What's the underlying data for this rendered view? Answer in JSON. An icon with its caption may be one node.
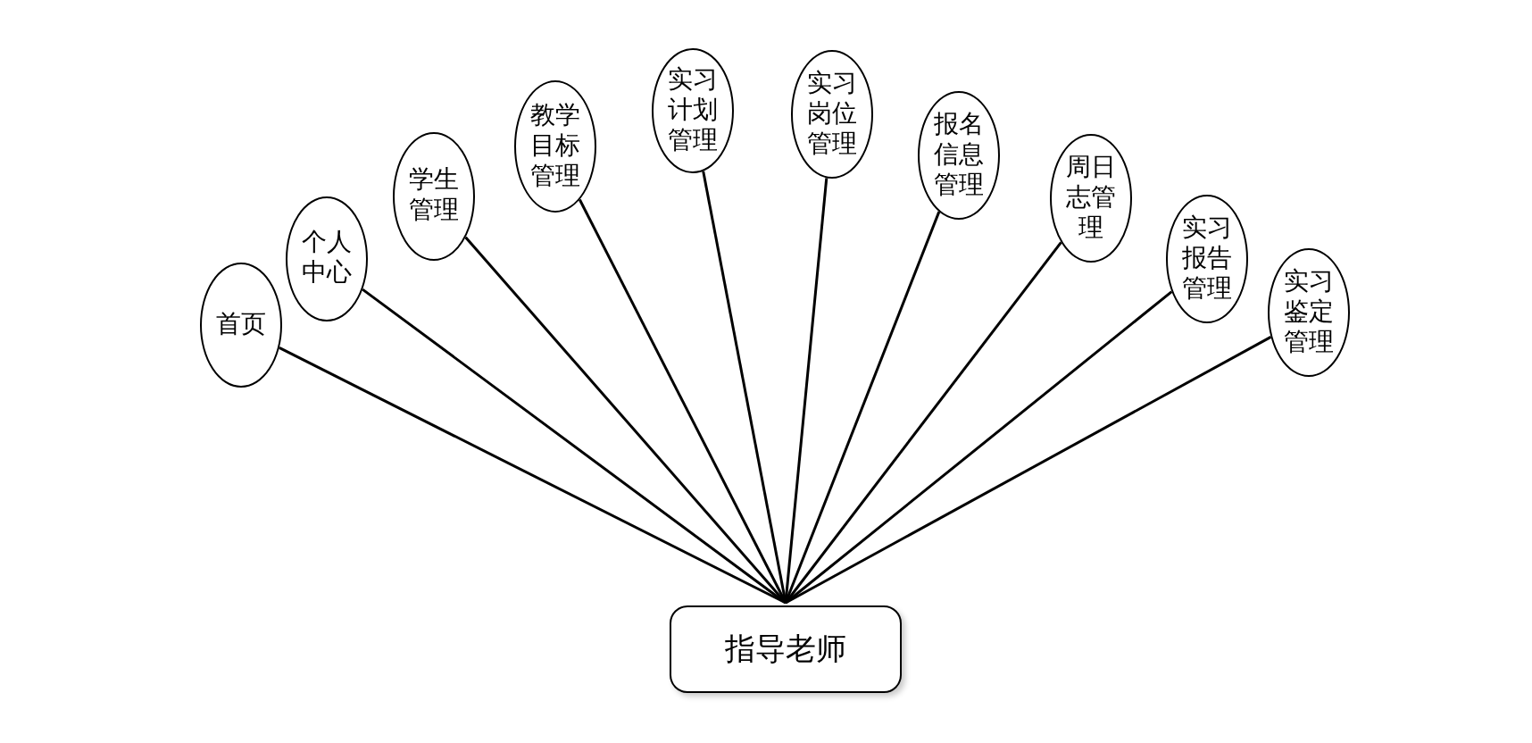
{
  "diagram": {
    "nodes": [
      {
        "text": [
          "首页"
        ]
      },
      {
        "text": [
          "个人中心"
        ]
      },
      {
        "text": [
          "学生管理"
        ]
      },
      {
        "text": [
          "教学目标管理"
        ]
      },
      {
        "text": [
          "实习计划管理"
        ]
      },
      {
        "text": [
          "实习岗位管理"
        ]
      },
      {
        "text": [
          "报名信息管理"
        ]
      },
      {
        "text": [
          "周日志管理"
        ]
      },
      {
        "text": [
          "实习报告管理"
        ]
      },
      {
        "text": [
          "实习鉴定管理"
        ]
      },
      {
        "text": [
          "指导老师"
        ]
      }
    ],
    "edges": [
      {
        "from": 10,
        "to": 0,
        "arrow": "none"
      },
      {
        "from": 10,
        "to": 1,
        "arrow": "none"
      },
      {
        "from": 10,
        "to": 2,
        "arrow": "none"
      },
      {
        "from": 10,
        "to": 3,
        "arrow": "none"
      },
      {
        "from": 10,
        "to": 4,
        "arrow": "none"
      },
      {
        "from": 10,
        "to": 5,
        "arrow": "none"
      },
      {
        "from": 10,
        "to": 6,
        "arrow": "none"
      },
      {
        "from": 10,
        "to": 7,
        "arrow": "none"
      },
      {
        "from": 10,
        "to": 8,
        "arrow": "none"
      },
      {
        "from": 10,
        "to": 9,
        "arrow": "none"
      }
    ]
  }
}
